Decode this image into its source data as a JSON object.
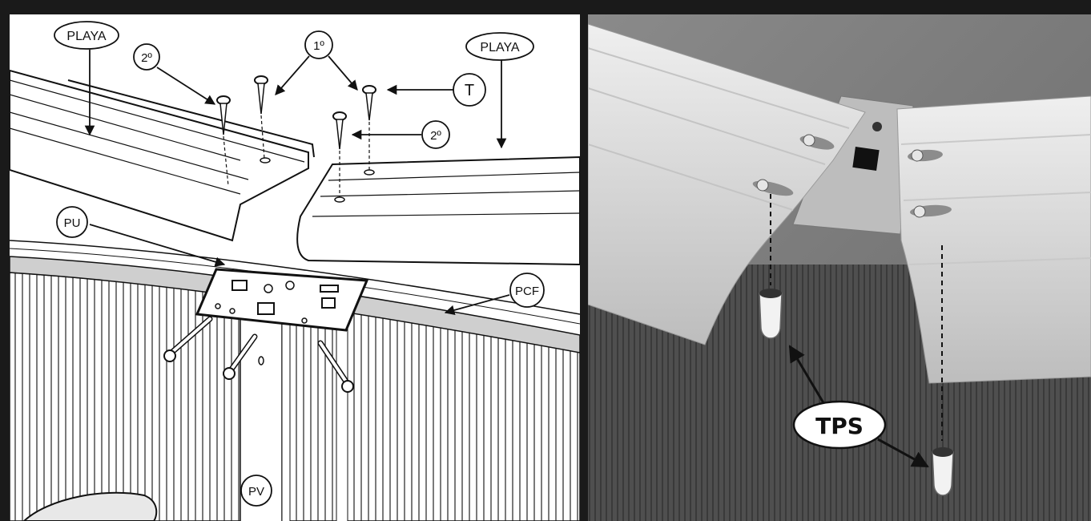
{
  "left_panel": {
    "callouts": {
      "playa_left": "PLAYA",
      "playa_right": "PLAYA",
      "second_left": "2º",
      "first": "1º",
      "t": "T",
      "second_right": "2º",
      "pu": "PU",
      "pcf": "PCF",
      "pv": "PV"
    }
  },
  "right_panel": {
    "callouts": {
      "tps": "TPS"
    }
  },
  "colors": {
    "frame": "#1a1a1a",
    "drawing_bg": "#ffffff",
    "line": "#111111",
    "photo_wall": "#5a5a5a",
    "photo_rail": "#d9d9d9"
  }
}
